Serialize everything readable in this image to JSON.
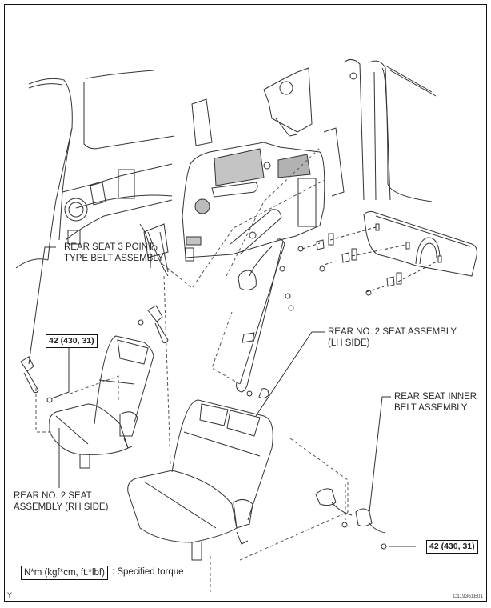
{
  "diagram": {
    "type": "exploded parts diagram",
    "labels": {
      "rear_seat_3_point_belt": [
        "REAR SEAT 3 POINT",
        "TYPE BELT ASSEMBLY"
      ],
      "rear_no2_seat_lh": [
        "REAR NO. 2 SEAT ASSEMBLY",
        "(LH SIDE)"
      ],
      "rear_seat_inner_belt": [
        "REAR SEAT INNER",
        "BELT ASSEMBLY"
      ],
      "rear_no2_seat_rh": [
        "REAR NO. 2 SEAT",
        "ASSEMBLY (RH SIDE)"
      ]
    },
    "torque_callouts": [
      {
        "id": "left",
        "value": "42 (430, 31)"
      },
      {
        "id": "right",
        "value": "42 (430, 31)"
      }
    ],
    "legend": {
      "unit_box": "N*m (kgf*cm, ft.*lbf)",
      "description": ": Specified torque"
    },
    "corner_mark": "Y",
    "figure_id": "C119361E01"
  }
}
